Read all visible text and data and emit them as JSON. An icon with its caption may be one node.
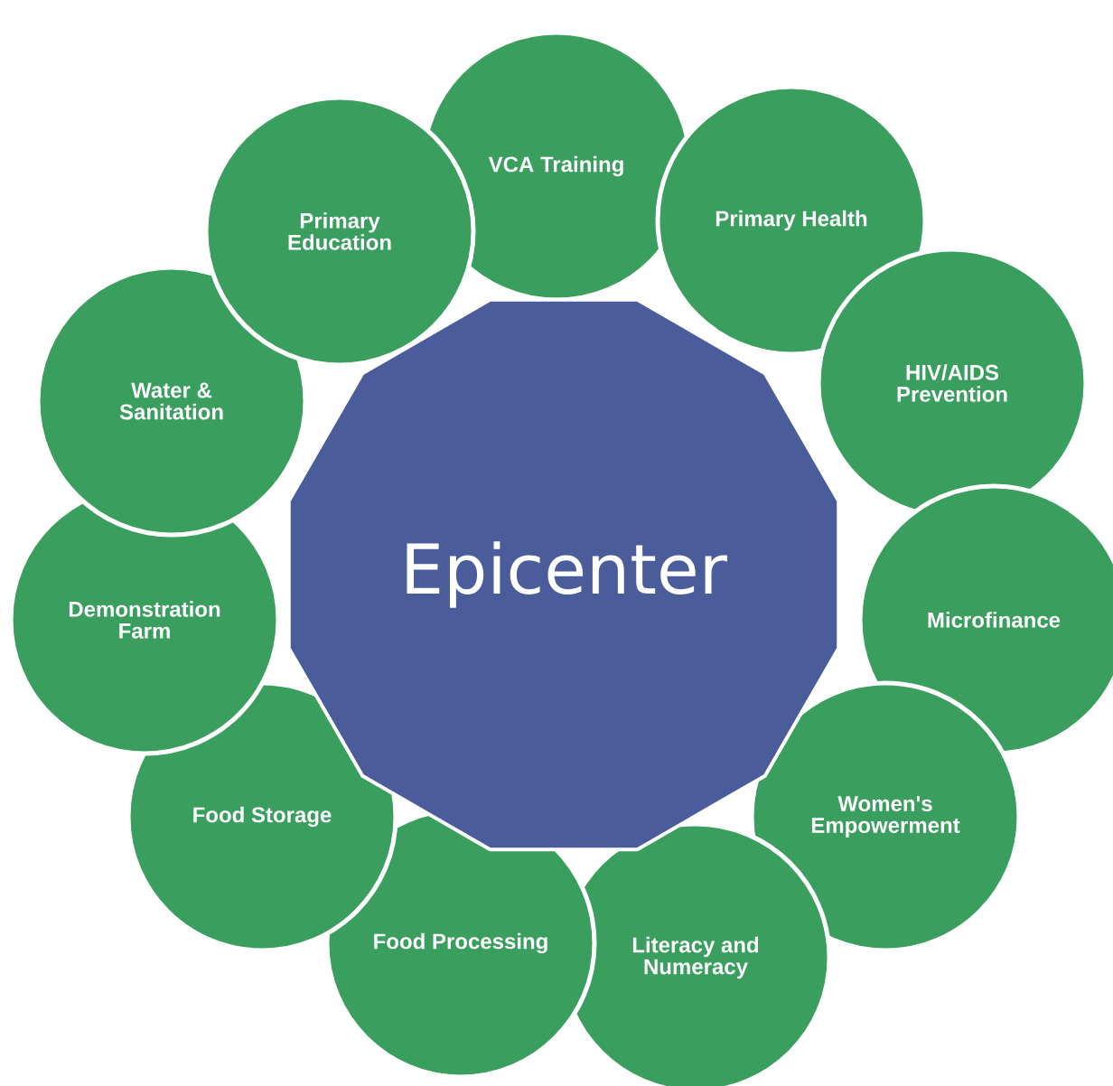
{
  "diagram": {
    "nodes": [
      {
        "text": [
          "Epicenter"
        ]
      },
      {
        "text": [
          "VCA Training"
        ]
      },
      {
        "text": [
          "Primary Health"
        ]
      },
      {
        "text": [
          "HIV/AIDS Prevention"
        ]
      },
      {
        "text": [
          "Microfinance"
        ]
      },
      {
        "text": [
          "Women's Empowerment"
        ]
      },
      {
        "text": [
          "Literacy and Numeracy"
        ]
      },
      {
        "text": [
          "Food Processing"
        ]
      },
      {
        "text": [
          "Food Storage"
        ]
      },
      {
        "text": [
          "Demonstration Farm"
        ]
      },
      {
        "text": [
          "Water & Sanitation"
        ]
      },
      {
        "text": [
          "Primary Education"
        ]
      }
    ]
  }
}
